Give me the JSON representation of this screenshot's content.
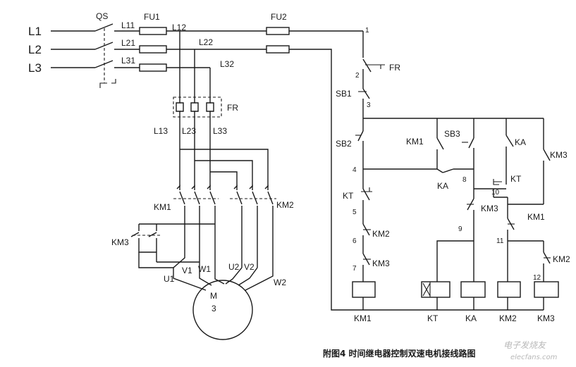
{
  "caption": "附图4    时间继电器控制双速电机接线路图",
  "watermark": "电子发烧友",
  "watermark_url": "elecfans.com",
  "phase_lines": [
    "L1",
    "L2",
    "L3"
  ],
  "qs": "QS",
  "fuses": {
    "fu1": "FU1",
    "fu2": "FU2"
  },
  "bus": {
    "l11": "L11",
    "l21": "L21",
    "l31": "L31",
    "l12": "L12",
    "l22": "L22",
    "l32": "L32",
    "l13": "L13",
    "l23": "L23",
    "l33": "L33"
  },
  "fr": "FR",
  "fr_ctrl": "FR",
  "contactors": {
    "km1": "KM1",
    "km2": "KM2",
    "km3": "KM3"
  },
  "motor": {
    "m": "M",
    "n": "3",
    "u1": "U1",
    "v1": "V1",
    "w1": "W1",
    "u2": "U2",
    "v2": "V2",
    "w2": "W2"
  },
  "ctrl": {
    "node1": "1",
    "node2": "2",
    "node3": "3",
    "node4": "4",
    "node5": "5",
    "node6": "6",
    "node7": "7",
    "node8": "8",
    "node9": "9",
    "node10": "10",
    "node11": "11",
    "node12": "12",
    "sb1": "SB1",
    "sb2": "SB2",
    "sb3": "SB3",
    "kt_a": "KT",
    "kt_b": "KT",
    "km1_a": "KM1",
    "km1_b": "KM1",
    "km2_a": "KM2",
    "km2_b": "KM2",
    "km3_a": "KM3",
    "km3_b": "KM3",
    "km3_c": "KM3",
    "ka_a": "KA",
    "ka_b": "KA"
  },
  "coils": [
    "KM1",
    "KT",
    "KA",
    "KM2",
    "KM3"
  ]
}
